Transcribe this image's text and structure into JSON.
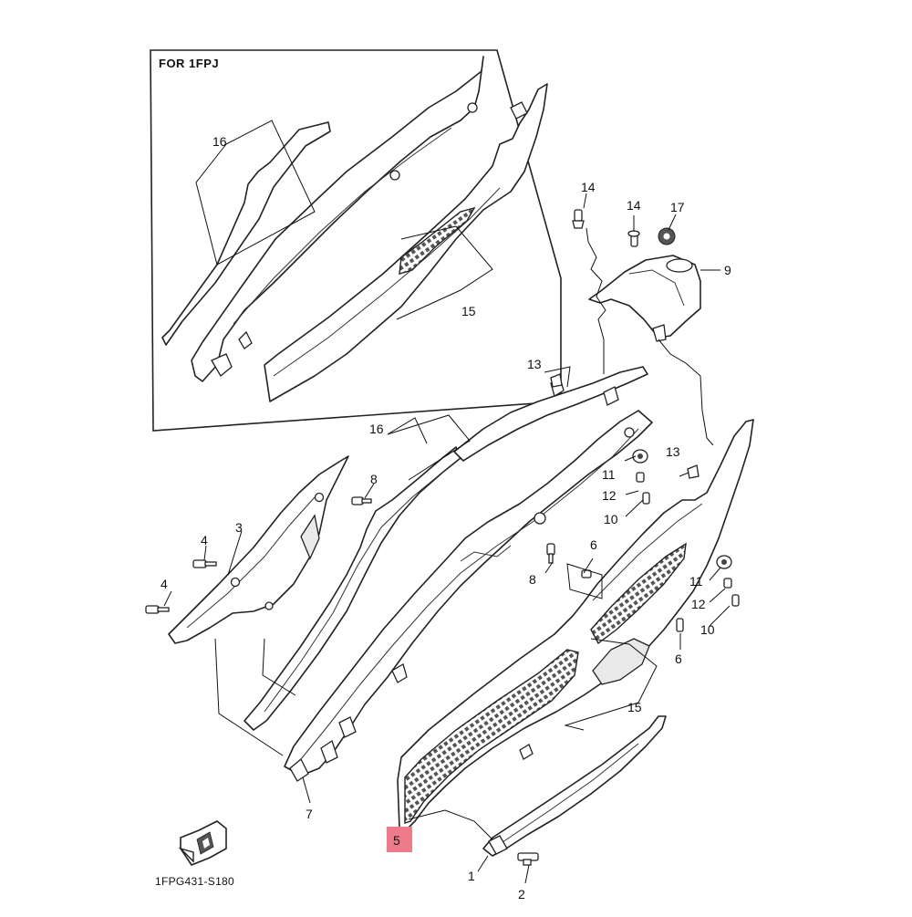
{
  "inset": {
    "title": "FOR 1FPJ",
    "callouts": [
      "16",
      "15"
    ]
  },
  "callouts": {
    "c1": "1",
    "c2": "2",
    "c3": "3",
    "c4a": "4",
    "c4b": "4",
    "c5": "5",
    "c6a": "6",
    "c6b": "6",
    "c7": "7",
    "c8a": "8",
    "c8b": "8",
    "c9": "9",
    "c10a": "10",
    "c10b": "10",
    "c11a": "11",
    "c11b": "11",
    "c12a": "12",
    "c12b": "12",
    "c13a": "13",
    "c13b": "13",
    "c14a": "14",
    "c14b": "14",
    "c15": "15",
    "c16": "16",
    "c17": "17"
  },
  "highlight": {
    "part_number": "5",
    "color": "#ee7b8a"
  },
  "diagram_code": "1FPG431-S180",
  "front_arrow": {
    "icon": "front-direction-arrow-icon"
  },
  "colors": {
    "line": "#222222",
    "background": "#ffffff",
    "shade": "#e9e9e9"
  }
}
